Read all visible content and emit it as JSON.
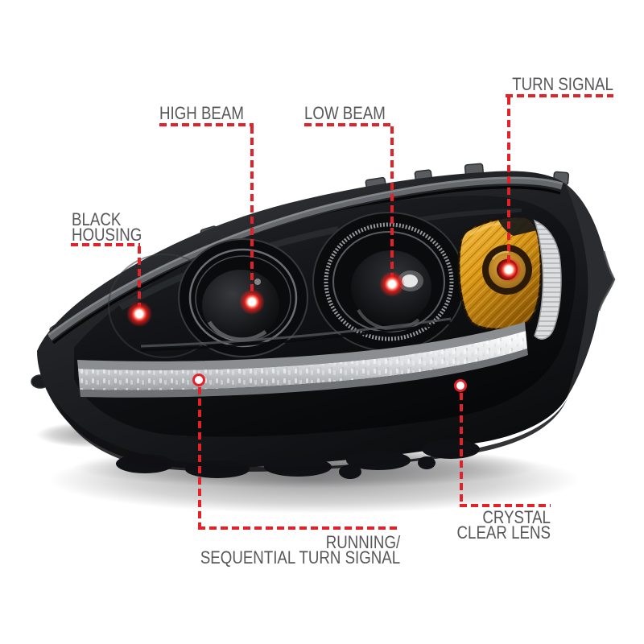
{
  "figure": {
    "background_color": "#ffffff",
    "accent_red": "#e22128",
    "label_color": "#58585b",
    "callouts": {
      "high_beam": {
        "label": "HIGH BEAM"
      },
      "low_beam": {
        "label": "LOW BEAM"
      },
      "turn_signal": {
        "label": "TURN SIGNAL"
      },
      "black_housing": {
        "line1": "BLACK",
        "line2": "HOUSING"
      },
      "running_sequential_turn_signal": {
        "line1": "RUNNING/",
        "line2": "SEQUENTIAL TURN SIGNAL"
      },
      "crystal_clear_lens": {
        "line1": "CRYSTAL",
        "line2": "CLEAR LENS"
      }
    },
    "product_colors": {
      "housing_black": "#141619",
      "amber_turn_signal": "#e3a31f",
      "led_strip_silver": "#e9ebec",
      "projector_chrome": "#a3a6a9"
    }
  }
}
